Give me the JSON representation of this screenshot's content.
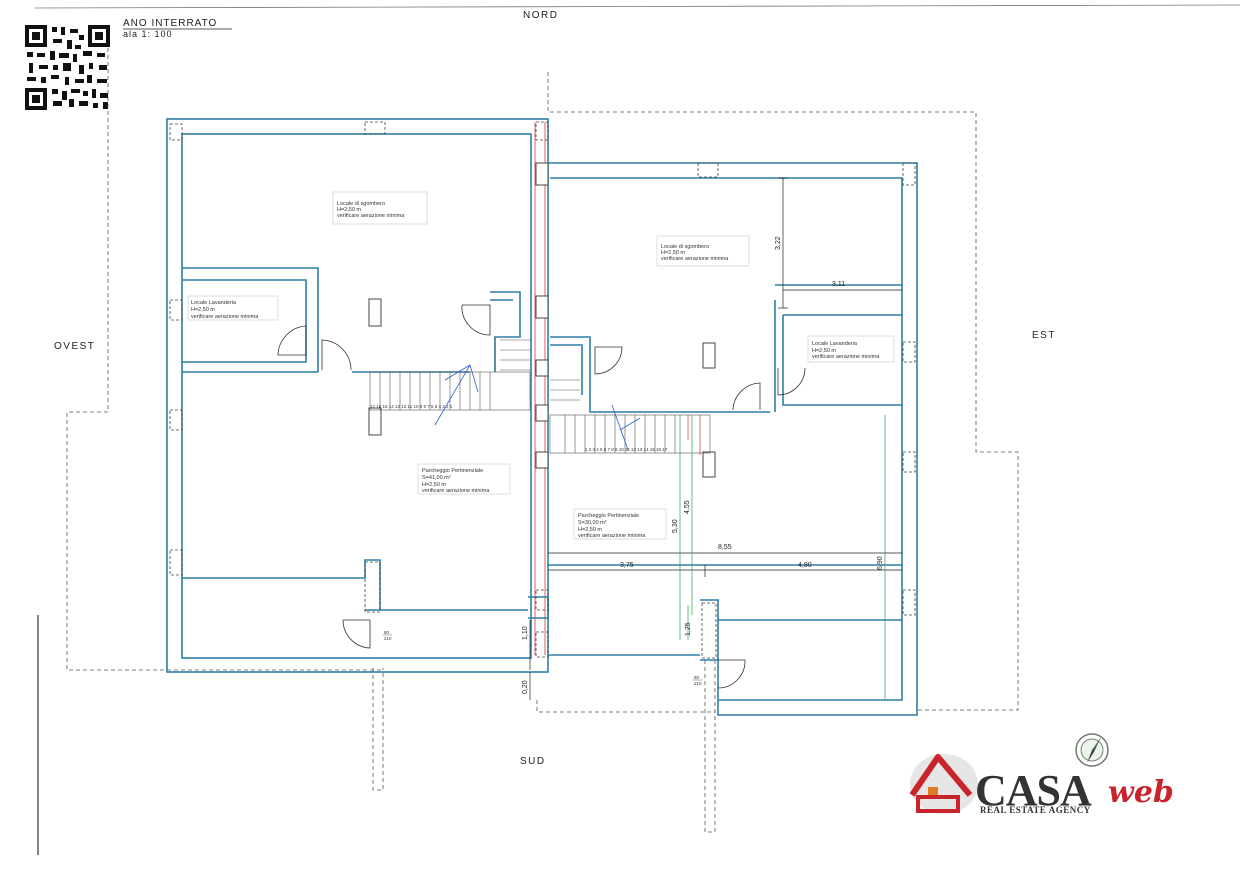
{
  "header": {
    "floor_title": "ANO INTERRATO",
    "scale": "ala 1: 100"
  },
  "compass": {
    "north": "NORD",
    "south": "SUD",
    "east": "EST",
    "west": "OVEST"
  },
  "rooms": {
    "left_storage": {
      "name": "Locale di sgombero",
      "height": "H=2,50 m",
      "note": "verificare aerazione minima"
    },
    "left_laundry": {
      "name": "Locale Lavanderia",
      "height": "H=2,50 m",
      "note": "verificare aerazione minima"
    },
    "left_parking": {
      "name": "Parcheggio Pertinenziale",
      "area": "S=41,00 m²",
      "height": "H=2,50 m",
      "note": "verificare aerazione minima"
    },
    "right_storage": {
      "name": "Locale di sgombero",
      "height": "H=2,50 m",
      "note": "verificare aerazione minima"
    },
    "right_laundry": {
      "name": "Locale Lavanderia",
      "height": "H=2,50 m",
      "note": "verificare aerazione minima"
    },
    "right_parking": {
      "name": "Parcheggio Pertinenziale",
      "area": "S=30,00 m²",
      "height": "H=2,50 m",
      "note": "verificare aerazione minima"
    }
  },
  "dimensions": {
    "storage_height": "3,22",
    "storage_width": "3,11",
    "total_width": "8,55",
    "left_segment": "3,75",
    "right_segment": "4,80",
    "garage_depth": "6,90",
    "depth_a": "5,30",
    "depth_b": "4,55",
    "depth_c": "1,25",
    "wall_gap": "1,10",
    "step": "0,20"
  },
  "doors": {
    "left_door": {
      "width": "80",
      "height": "210"
    },
    "right_door": {
      "width": "80",
      "height": "210"
    }
  },
  "stair_numbers": {
    "left": [
      "17",
      "16",
      "15",
      "14",
      "13",
      "12",
      "11",
      "10",
      "9",
      "8",
      "7",
      "6",
      "5",
      "4",
      "3",
      "2",
      "1"
    ],
    "right": [
      "1",
      "2",
      "3",
      "4",
      "5",
      "6",
      "7",
      "8",
      "9",
      "10",
      "11",
      "12",
      "13",
      "14",
      "15",
      "16",
      "17"
    ]
  },
  "logo": {
    "brand": "CASA",
    "suffix": "web",
    "tagline": "REAL ESTATE AGENCY"
  },
  "colors": {
    "wall": "#2e7fa8",
    "boundary": "#555555",
    "dimension_green": "#2f9e55",
    "axis_red": "#d23a3a",
    "logo_red": "#c9242b",
    "logo_dark": "#333333"
  }
}
